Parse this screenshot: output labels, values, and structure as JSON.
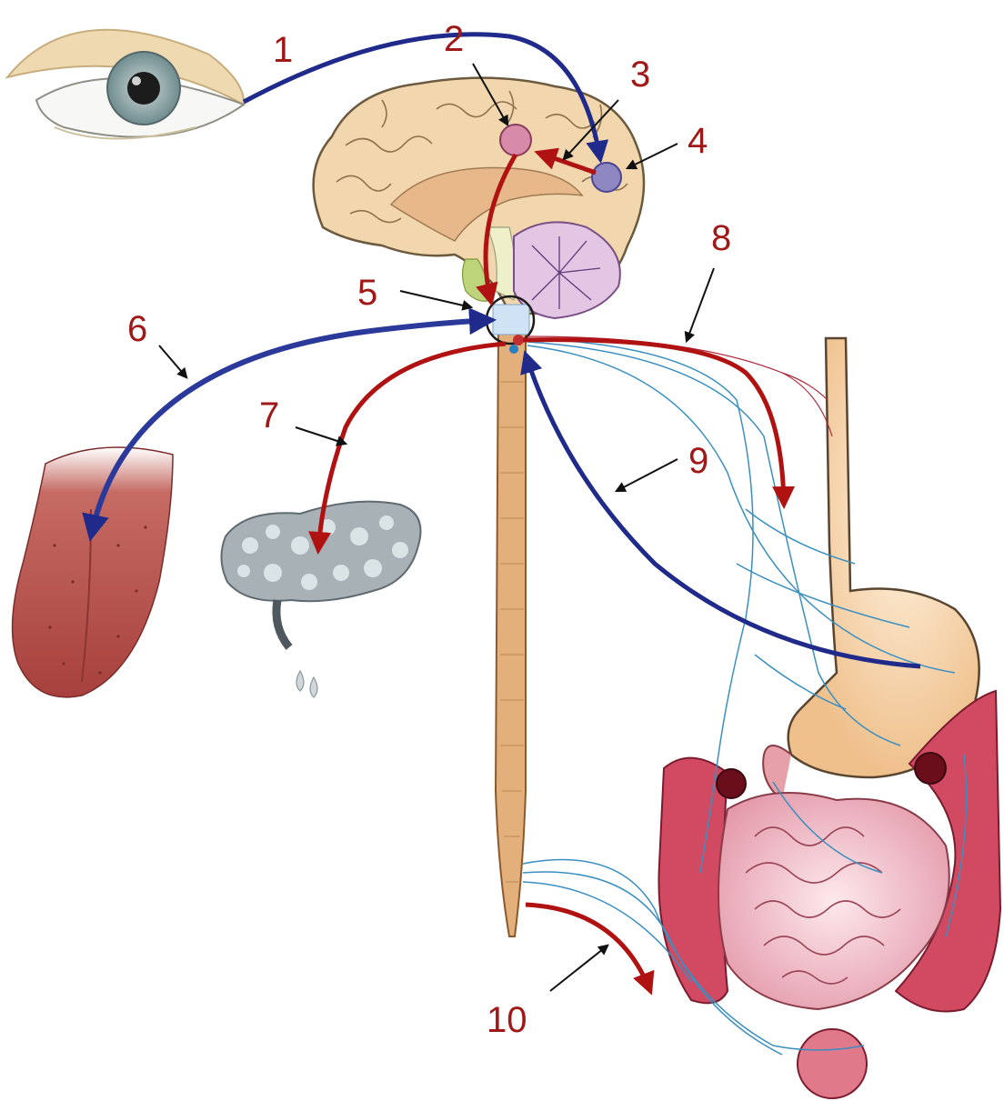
{
  "labels": {
    "n1": "1",
    "n2": "2",
    "n3": "3",
    "n4": "4",
    "n5": "5",
    "n6": "6",
    "n7": "7",
    "n8": "8",
    "n9": "9",
    "n10": "10"
  },
  "colors": {
    "label": "#a01818",
    "afferent_arrow": "#1f2a8a",
    "efferent_arrow": "#b01212",
    "nerve": "#3a8fc0",
    "brain": "#f1d6ad",
    "spinal_cord": "#e3b07c",
    "stomach": "#f6d3a8",
    "intestine": "#e9a3b2",
    "colon": "#d14a62",
    "tongue": "#b5504d",
    "pancreas": "#a7b1b6"
  },
  "icons": [
    "eye-icon",
    "brain-icon",
    "tongue-icon",
    "pancreas-icon",
    "stomach-icon",
    "intestine-icon",
    "spinal-cord-icon"
  ]
}
